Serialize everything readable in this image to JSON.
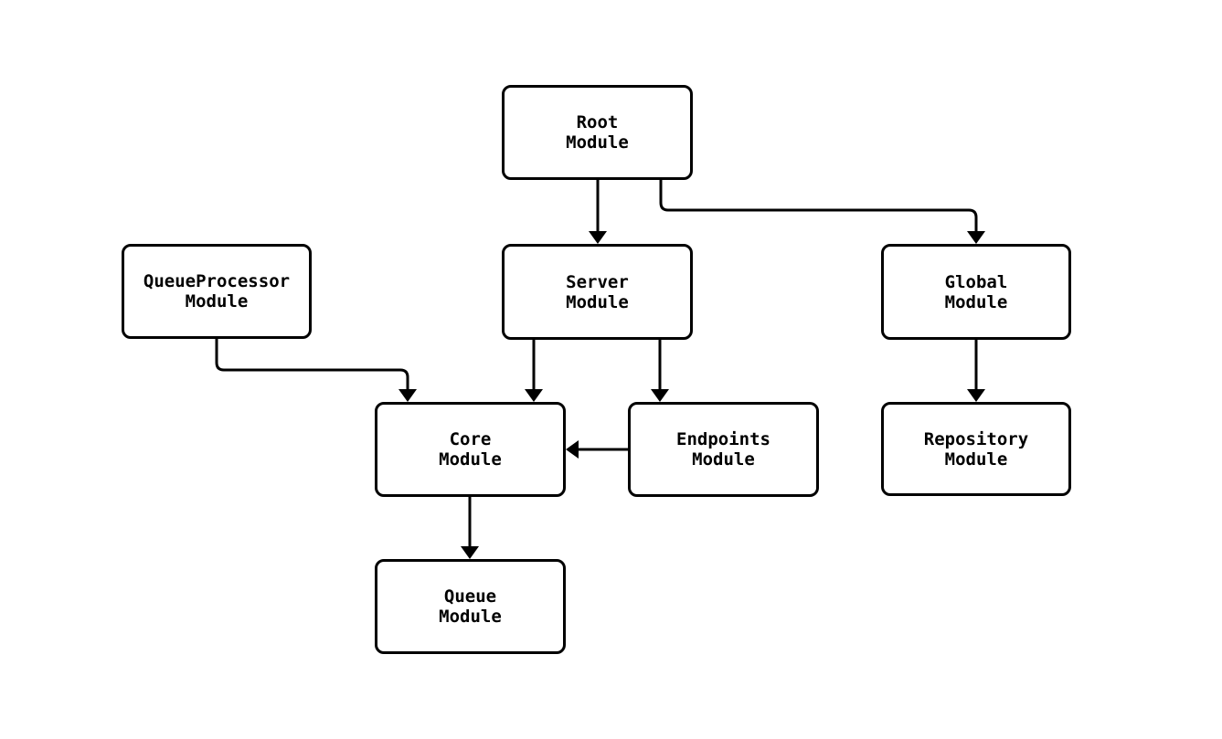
{
  "diagram": {
    "type": "flowchart",
    "direction": "top-down",
    "background_color": "#ffffff",
    "node_fill_color": "#ffffff",
    "node_border_color": "#000000",
    "edge_color": "#000000",
    "text_color": "#000000",
    "nodes": {
      "root": {
        "label": "Root\nModule"
      },
      "queueprocessor": {
        "label": "QueueProcessor\nModule"
      },
      "server": {
        "label": "Server\nModule"
      },
      "global": {
        "label": "Global\nModule"
      },
      "core": {
        "label": "Core\nModule"
      },
      "endpoints": {
        "label": "Endpoints\nModule"
      },
      "repository": {
        "label": "Repository\nModule"
      },
      "queue": {
        "label": "Queue\nModule"
      }
    },
    "edges": [
      {
        "from": "Root Module",
        "to": "Server Module"
      },
      {
        "from": "Root Module",
        "to": "Global Module"
      },
      {
        "from": "QueueProcessor Module",
        "to": "Core Module"
      },
      {
        "from": "Server Module",
        "to": "Core Module"
      },
      {
        "from": "Server Module",
        "to": "Endpoints Module"
      },
      {
        "from": "Endpoints Module",
        "to": "Core Module"
      },
      {
        "from": "Global Module",
        "to": "Repository Module"
      },
      {
        "from": "Core Module",
        "to": "Queue Module"
      }
    ]
  }
}
